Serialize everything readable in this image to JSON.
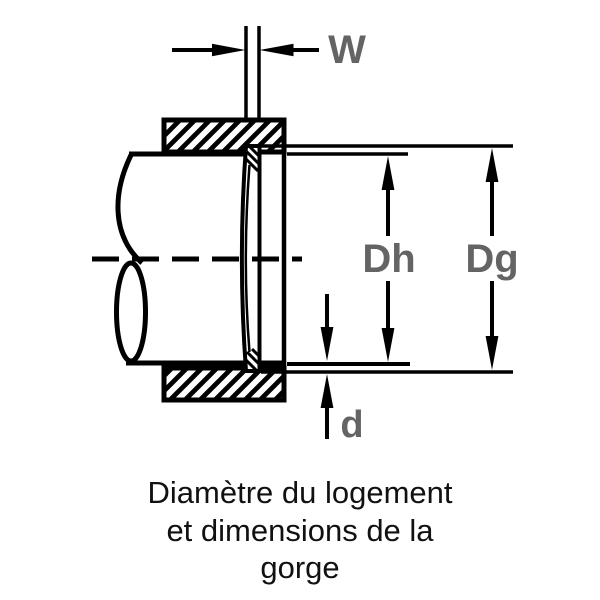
{
  "diagram": {
    "labels": {
      "ring_width": "W",
      "housing_diameter": "Dh",
      "groove_diameter": "Dg",
      "groove_depth": "d"
    },
    "caption": {
      "line1": "Diamètre du logement",
      "line2": "et dimensions de la",
      "line3": "gorge"
    },
    "colors": {
      "line": "#000000",
      "dimension_label": "#646464",
      "caption_text": "#111111",
      "background": "#ffffff"
    }
  }
}
